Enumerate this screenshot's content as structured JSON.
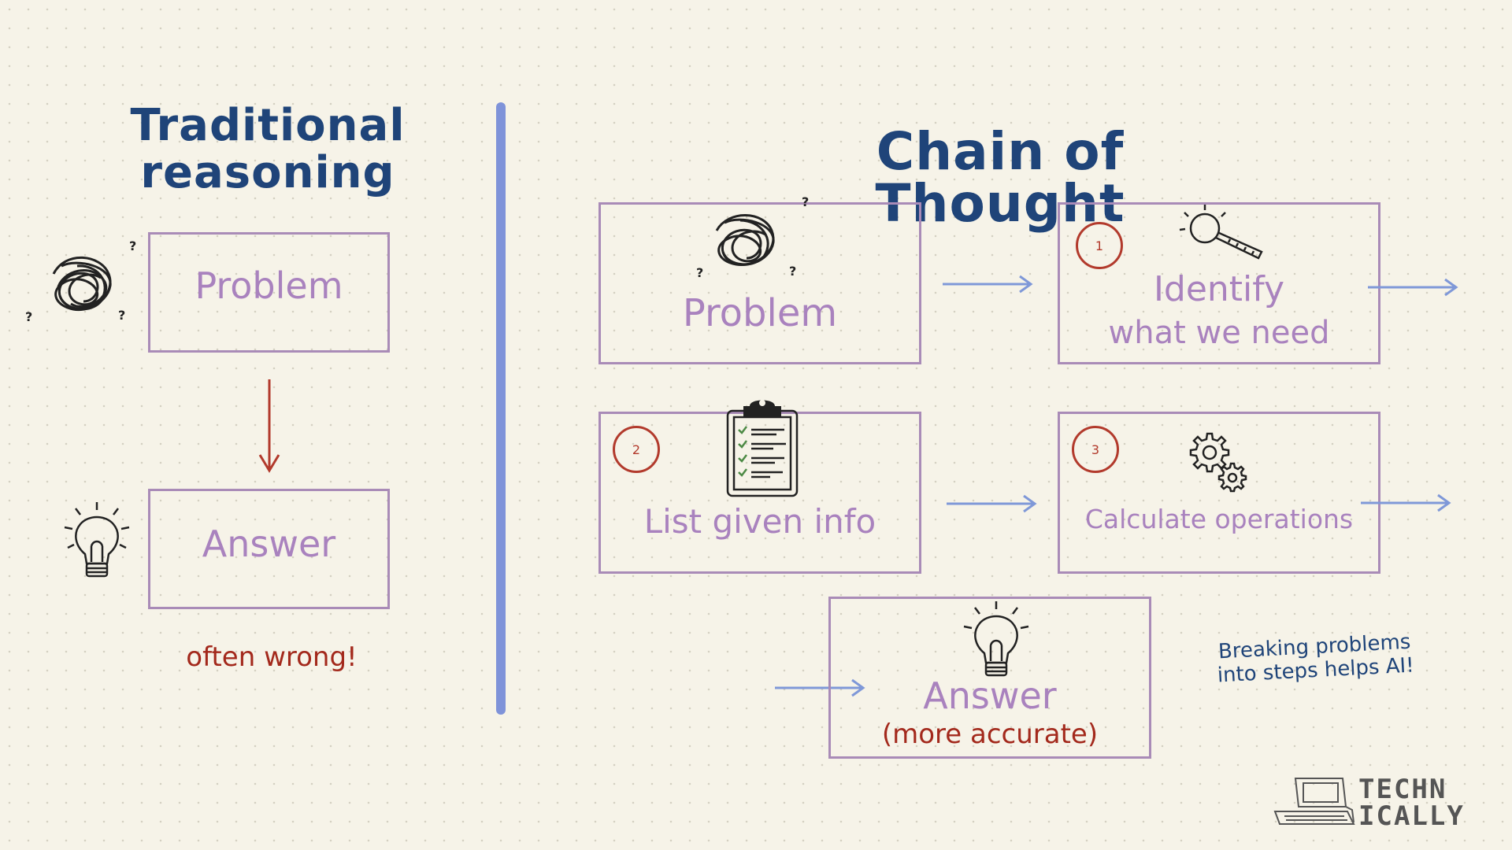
{
  "traditional": {
    "title_line1": "Traditional",
    "title_line2": "reasoning",
    "problem_label": "Problem",
    "answer_label": "Answer",
    "note": "often wrong!"
  },
  "cot": {
    "title": "Chain of Thought",
    "problem_label": "Problem",
    "step1": {
      "number": "1",
      "line1": "Identify",
      "line2": "what we need"
    },
    "step2": {
      "number": "2",
      "label": "List given info"
    },
    "step3": {
      "number": "3",
      "label": "Calculate operations"
    },
    "answer_label": "Answer",
    "answer_sub": "(more accurate)",
    "note_line1": "Breaking problems",
    "note_line2": "into steps helps AI!"
  },
  "brand": {
    "line1": "TECHN",
    "line2": "ICALLY"
  },
  "colors": {
    "title_blue": "#1f4479",
    "box_purple": "#a98bb7",
    "label_purple": "#a982be",
    "arrow_blue": "#7f98d8",
    "arrow_red": "#b23a2c",
    "divider_blue": "#7f93d9",
    "note_red": "#a3291c"
  }
}
